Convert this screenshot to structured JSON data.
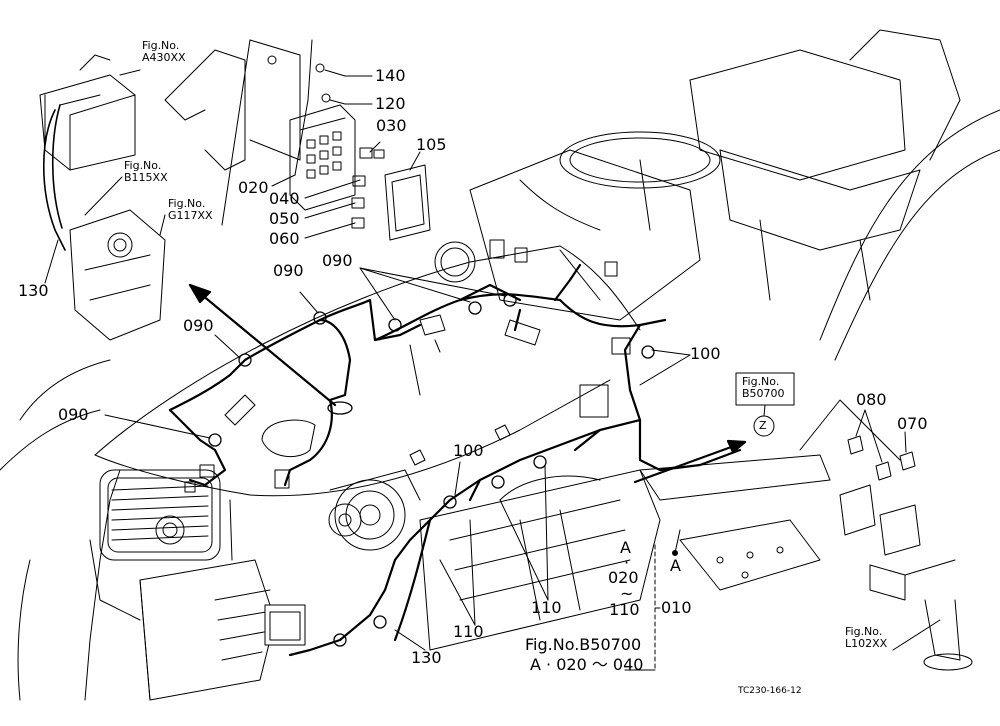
{
  "part_callouts": {
    "p140": "140",
    "p120": "120",
    "p030": "030",
    "p105": "105",
    "p020": "020",
    "p040": "040",
    "p050": "050",
    "p060": "060",
    "p130_left": "130",
    "p090_a": "090",
    "p090_b": "090",
    "p090_c": "090",
    "p090_d": "090",
    "p100_right": "100",
    "p100_center": "100",
    "p080": "080",
    "p070": "070",
    "p110_a": "110",
    "p110_b": "110",
    "p130_bottom": "130",
    "p010": "010"
  },
  "figure_refs": {
    "a430": {
      "line1": "Fig.No.",
      "line2": "A430XX"
    },
    "b115": {
      "line1": "Fig.No.",
      "line2": "B115XX"
    },
    "g117": {
      "line1": "Fig.No.",
      "line2": "G117XX"
    },
    "b50700_box": {
      "line1": "Fig.No.",
      "line2": "B50700",
      "marker": "Z"
    },
    "l102": {
      "line1": "Fig.No.",
      "line2": "L102XX"
    }
  },
  "range_note": {
    "a_top": "A",
    "dot1": "·",
    "r020": "020",
    "tilde": "~",
    "r110": "110",
    "a_side": "A"
  },
  "bottom_note": {
    "line1": "Fig.No.B50700",
    "line2": "A · 020 ～ 040"
  },
  "drawing_code": "TC230-166-12"
}
